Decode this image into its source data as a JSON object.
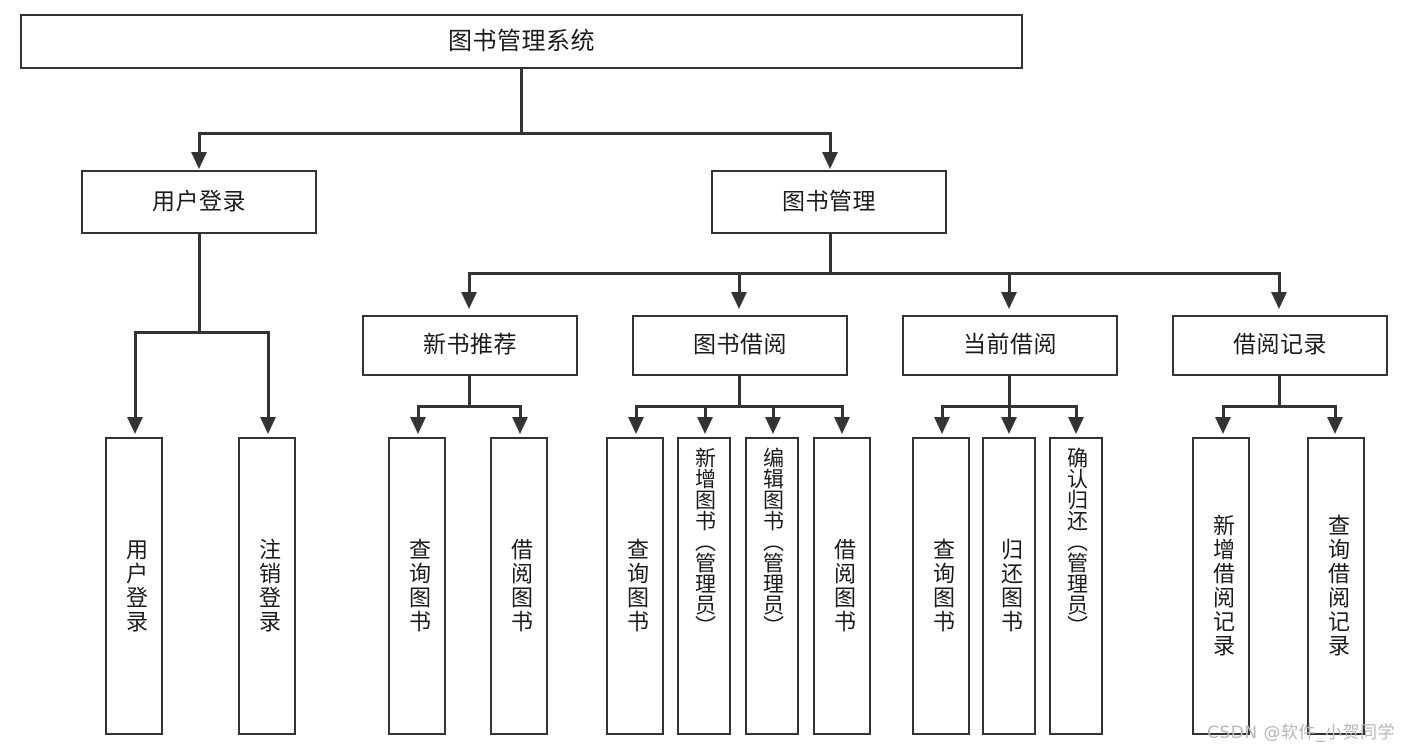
{
  "diagram": {
    "title": "图书管理系统",
    "type": "tree-hierarchy-diagram",
    "root": {
      "label": "图书管理系统"
    },
    "level2": [
      {
        "label": "用户登录"
      },
      {
        "label": "图书管理"
      }
    ],
    "level3": [
      {
        "label": "新书推荐"
      },
      {
        "label": "图书借阅"
      },
      {
        "label": "当前借阅"
      },
      {
        "label": "借阅记录"
      }
    ],
    "leaves": {
      "user_login": [
        {
          "label": "用户登录"
        },
        {
          "label": "注销登录"
        }
      ],
      "new_book_recommend": [
        {
          "label": "查询图书"
        },
        {
          "label": "借阅图书"
        }
      ],
      "book_borrow": [
        {
          "label": "查询图书"
        },
        {
          "label": "新增图书（管理员）"
        },
        {
          "label": "编辑图书（管理员）"
        },
        {
          "label": "借阅图书"
        }
      ],
      "current_borrow": [
        {
          "label": "查询图书"
        },
        {
          "label": "归还图书"
        },
        {
          "label": "确认归还（管理员）"
        }
      ],
      "borrow_record": [
        {
          "label": "新增借阅记录"
        },
        {
          "label": "查询借阅记录"
        }
      ]
    }
  },
  "watermark": {
    "text": "CSDN @软件_小贺同学"
  },
  "colors": {
    "border": "#333333",
    "background": "#ffffff",
    "text": "#1b1b1b",
    "watermark": "#b8b8b8"
  }
}
